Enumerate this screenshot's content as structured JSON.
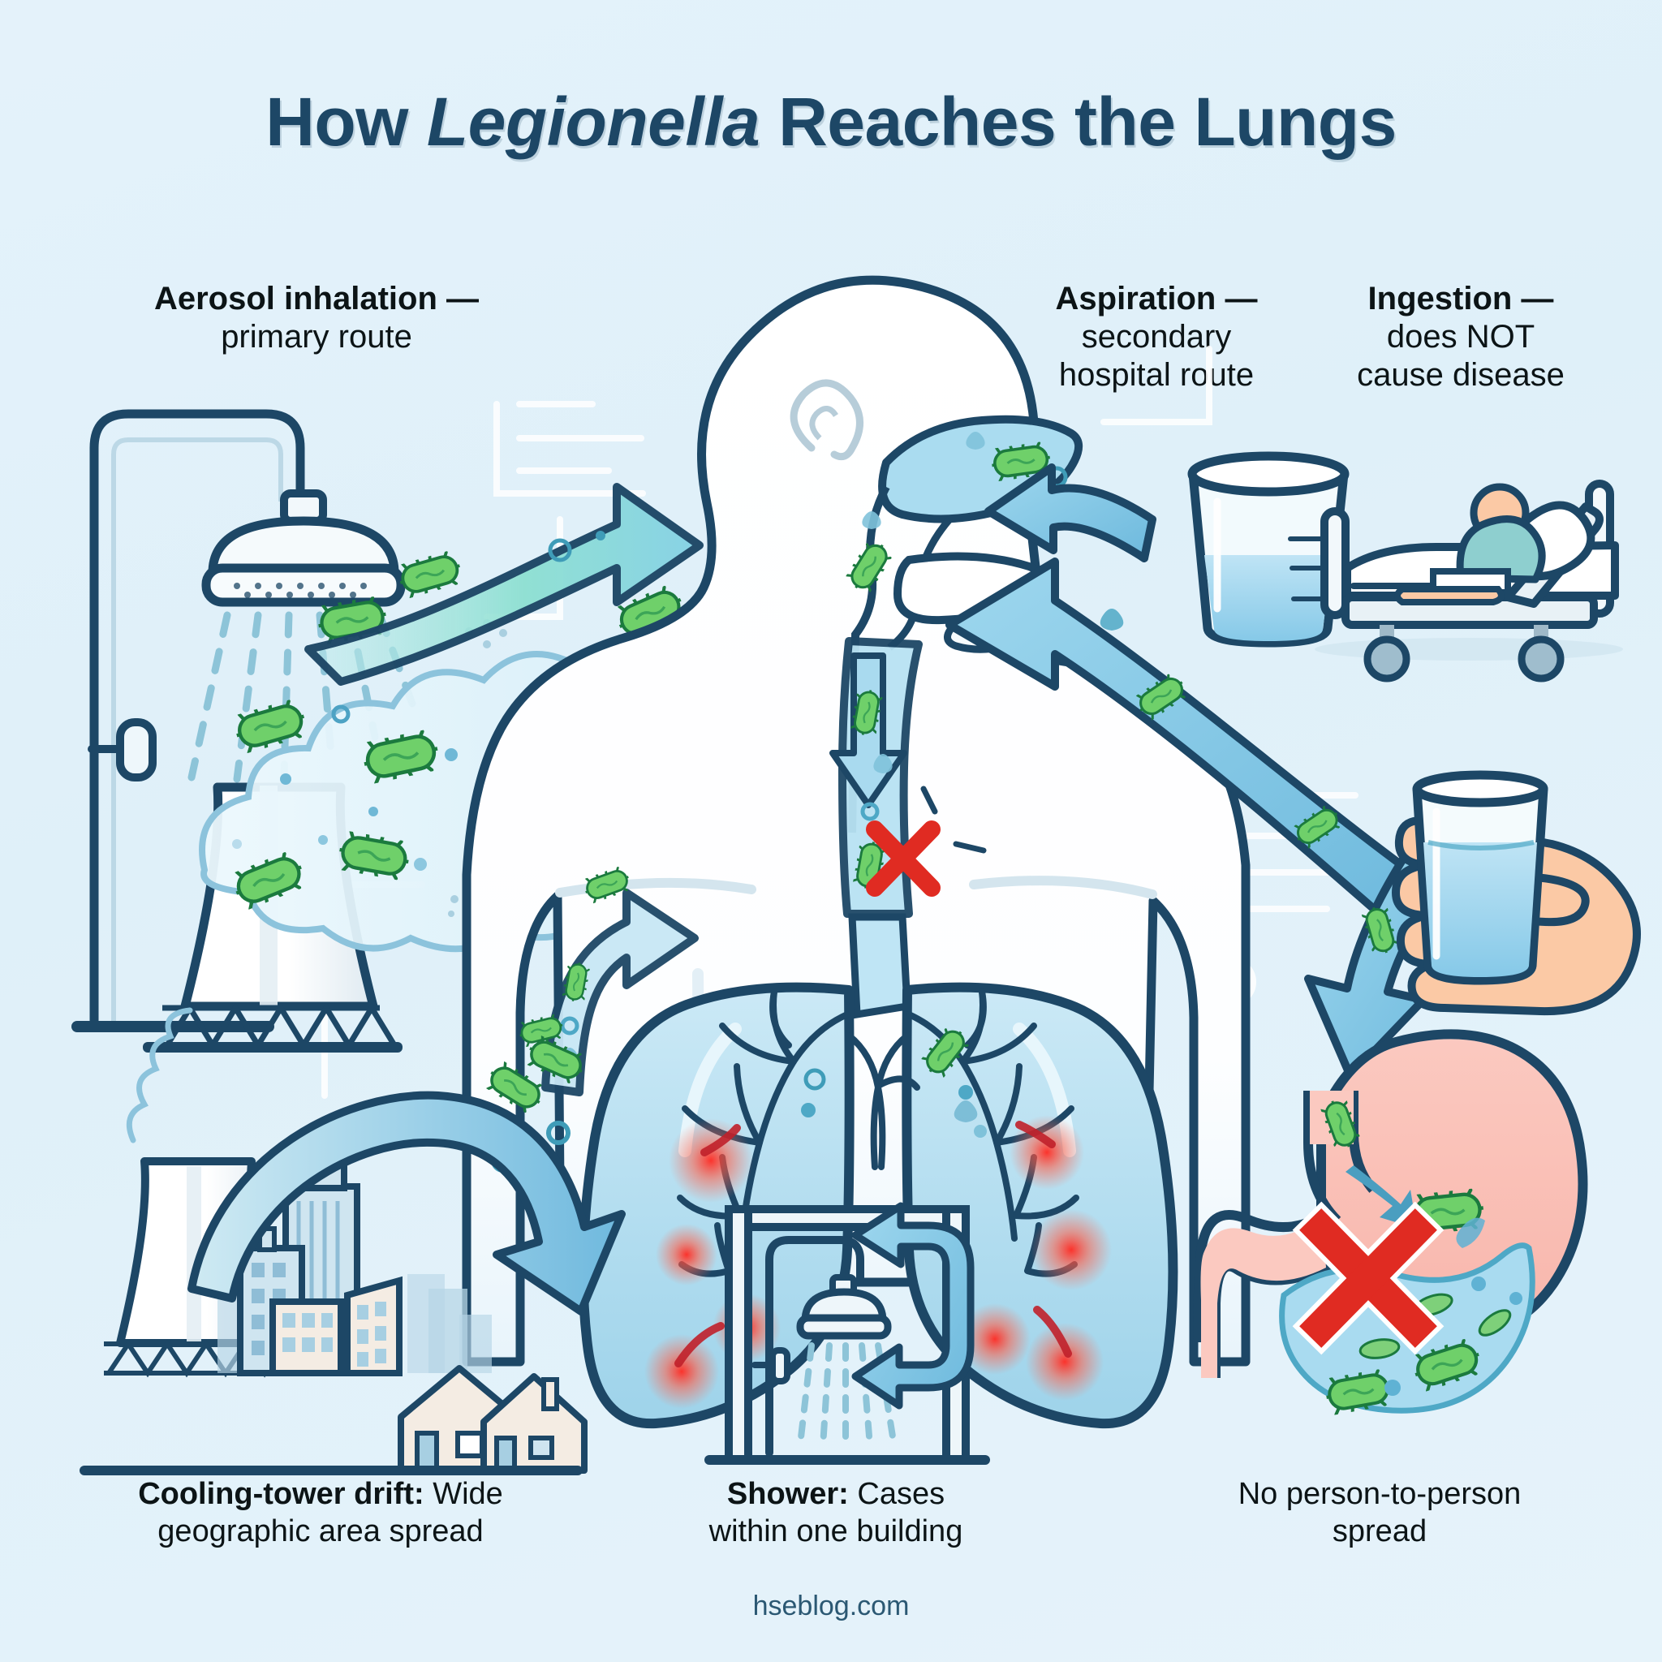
{
  "page": {
    "background_color": "#e2f1fa",
    "ink_color": "#1d4766",
    "accent_blue": "#7fc4e4",
    "bacteria_green": "#6fd06a",
    "alert_red": "#e02b22",
    "footer": "hseblog.com"
  },
  "header": {
    "title_prefix": "How ",
    "title_italic": "Legionella",
    "title_suffix": " Reaches the Lungs"
  },
  "labels": [
    {
      "id": "aerosol-inhalation",
      "bold": "Aerosol inhalation —",
      "rest": "primary route"
    },
    {
      "id": "aspiration",
      "bold": "Aspiration —",
      "rest": "secondary\nhospital route",
      "line1": "secondary",
      "line2": "hospital route"
    },
    {
      "id": "ingestion",
      "bold": "Ingestion —",
      "line1": "does NOT",
      "line2": "cause disease"
    }
  ],
  "captions": [
    {
      "id": "cooling-tower-drift",
      "bold": "Cooling-tower drift:",
      "line1_rest": " Wide",
      "line2": "geographic area spread"
    },
    {
      "id": "shower",
      "bold": "Shower:",
      "line1_rest": " Cases",
      "line2": "within one building"
    },
    {
      "id": "no-person-to-person",
      "line1": "No person-to-person",
      "line2": "spread"
    }
  ],
  "illustrations": {
    "shower_head": "shower-head-icon",
    "cooling_tower": "cooling-tower-icon",
    "aerosol_cloud": "aerosol-cloud-icon",
    "human_torso": "human-head-and-torso-icon",
    "lungs": "lungs-icon",
    "airway": "airway-icon",
    "blocked_route_x": "red-x-icon",
    "measuring_cup": "measuring-cup-icon",
    "hospital_bed": "hospital-bed-icon",
    "hand_with_glass": "hand-holding-glass-icon",
    "stomach": "stomach-icon",
    "stomach_blocked_x": "red-x-icon",
    "city_skyline": "city-skyline-icon",
    "shower_cubicle": "shower-cubicle-icon",
    "arrow_aerosol_to_face": "arrow-right-icon",
    "arrow_aspiration_upper": "arrow-left-icon",
    "arrow_aspiration_lower": "arrow-left-icon",
    "arrow_ingestion_down": "arrow-down-icon",
    "arrow_drift": "curved-arrow-icon",
    "arrow_recirculation_top": "arrow-left-icon",
    "arrow_recirculation_bottom": "arrow-left-icon",
    "arrow_into_lung": "arrow-right-icon"
  }
}
